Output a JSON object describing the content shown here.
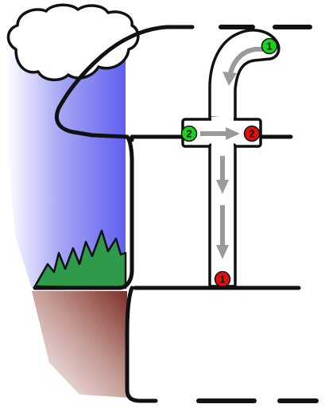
{
  "diagram": {
    "colors": {
      "start_marker": "#1ed01e",
      "end_marker": "#e01010",
      "outline": "#111111",
      "sky": "#6a6af2",
      "soil": "#8c3b32",
      "grass": "#2f9a4a",
      "arrow": "#9a9a9a"
    },
    "strokes": [
      {
        "id": "stroke-1",
        "start_label": "1",
        "end_label": "1"
      },
      {
        "id": "stroke-2",
        "start_label": "2",
        "end_label": "2"
      }
    ]
  }
}
